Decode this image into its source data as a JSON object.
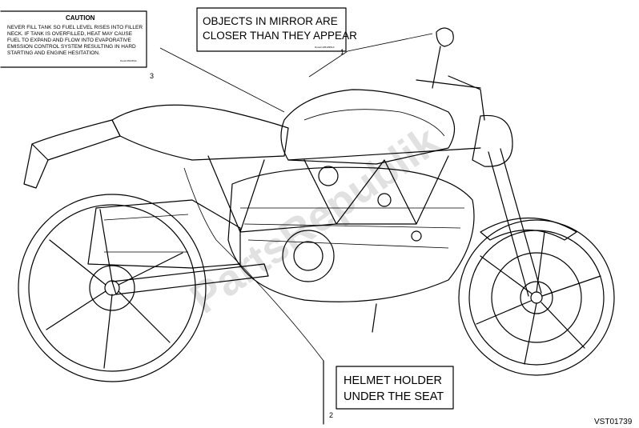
{
  "labels": {
    "caution": {
      "title": "CAUTION",
      "lines": [
        "NEVER FILL TANK SO FUEL LEVEL RISES INTO FILLER",
        "NECK. IF TANK IS OVERFILLED, HEAT MAY CAUSE",
        "FUEL TO EXPAND AND FLOW INTO EVAPORATIVE",
        "EMISSION CONTROL SYSTEM RESULTING IN HARD",
        "STARTING AND ENGINE HESITATION."
      ],
      "code": "Ducati 43510351A",
      "callout": "3"
    },
    "mirror": {
      "lines": [
        "OBJECTS IN MIRROR ARE",
        "CLOSER THAN THEY APPEAR"
      ],
      "code": "Ducati 43510951A",
      "callout": "1"
    },
    "helmet": {
      "lines": [
        "HELMET HOLDER",
        "UNDER THE SEAT"
      ],
      "callout": "2"
    }
  },
  "watermark": "PartsRepublik",
  "figure_code": "VST01739"
}
